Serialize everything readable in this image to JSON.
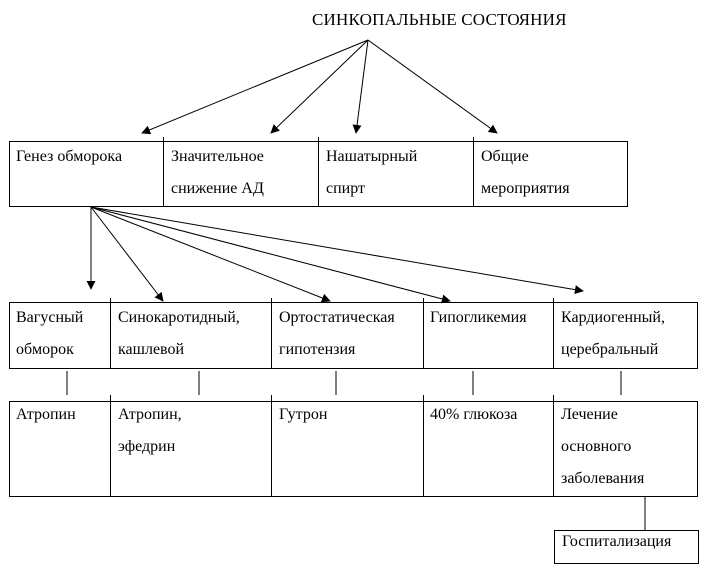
{
  "title": "СИНКОПАЛЬНЫЕ СОСТОЯНИЯ",
  "top_row": [
    "Генез обморока",
    "Значительное\nснижение АД",
    "Нашатырный\nспирт",
    "Общие\nмероприятия"
  ],
  "middle_row": [
    "Вагусный\nобморок",
    "Синокаротидный,\nкашлевой",
    "Ортостатическая\nгипотензия",
    "Гипогликемия",
    "Кардиогенный,\nцеребральный"
  ],
  "bottom_row": [
    "Атропин",
    "Атропин,\nэфедрин",
    "Гутрон",
    "40% глюкоза",
    "Лечение\nосновного\nзаболевания"
  ],
  "extra": "Госпитализация"
}
